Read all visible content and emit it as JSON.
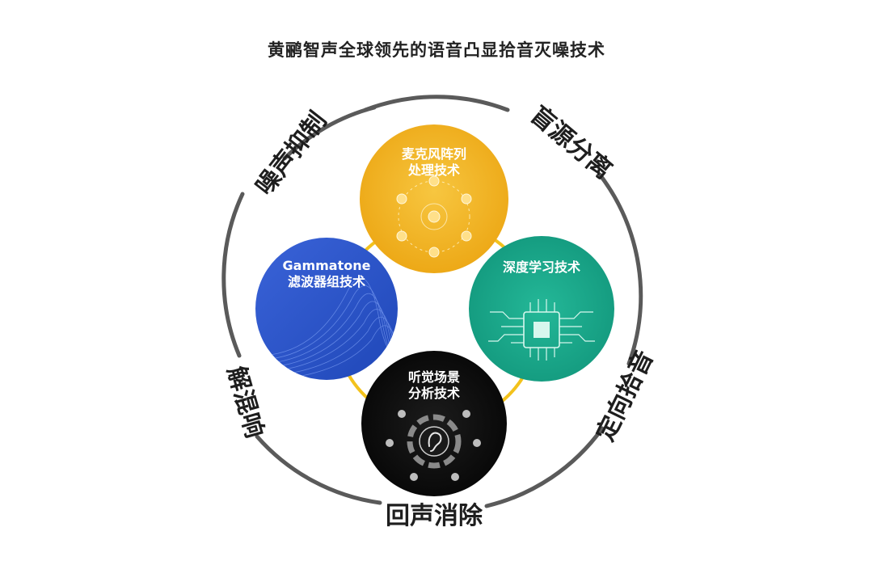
{
  "title": "黄鹂智声全球领先的语音凸显拾音灭噪技术",
  "outer_labels": {
    "top_left": "噪声抑制",
    "top_right": "盲源分离",
    "left": "解混响",
    "right": "定向拾音",
    "bottom": "回声消除"
  },
  "technologies": {
    "mic_array": {
      "line1": "麦克风阵列",
      "line2": "处理技术",
      "color": "#f2b51e"
    },
    "gammatone": {
      "line1": "Gammatone",
      "line2": "滤波器组技术",
      "color": "#2f5fd0"
    },
    "deep_learning": {
      "line1": "深度学习技术",
      "color": "#1aa98e"
    },
    "auditory_scene": {
      "line1": "听觉场景",
      "line2": "分析技术",
      "color": "#0d0d0d"
    }
  },
  "colors": {
    "ring": "#5a5a5a",
    "connector": "#f3c21c"
  }
}
